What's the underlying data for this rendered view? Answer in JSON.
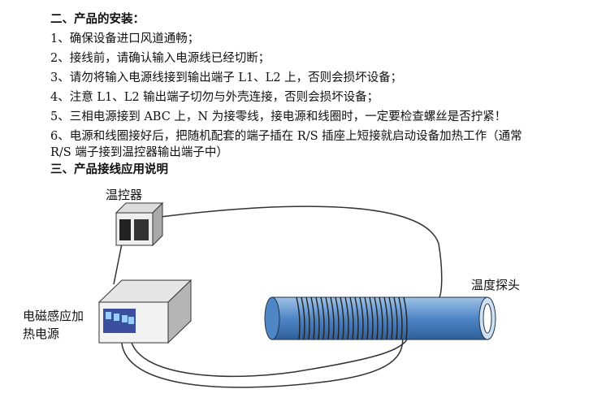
{
  "section2_title": "二、产品的安装：",
  "steps": [
    "1、确保设备进口风道通畅；",
    "2、接线前，请确认输入电源线已经切断；",
    "3、请勿将输入电源线接到输出端子 L1、L2 上，否则会损坏设备；",
    "4、注意 L1、L2 输出端子切勿与外壳连接，否则会损坏设备；",
    "5、三相电源接到 ABC 上，N 为接零线，接电源和线圈时，一定要检查螺丝是否拧紧！",
    "6、电源和线圈接好后，把随机配套的端子插在 R/S 插座上短接就启动设备加热工作（通常",
    "R/S 端子接到温控器输出端子中）"
  ],
  "section3_title": "三、产品接线应用说明",
  "diagram": {
    "controller_label": "温控器",
    "power_label_1": "电磁感应加",
    "power_label_2": "热电源",
    "probe_label": "温度探头"
  }
}
